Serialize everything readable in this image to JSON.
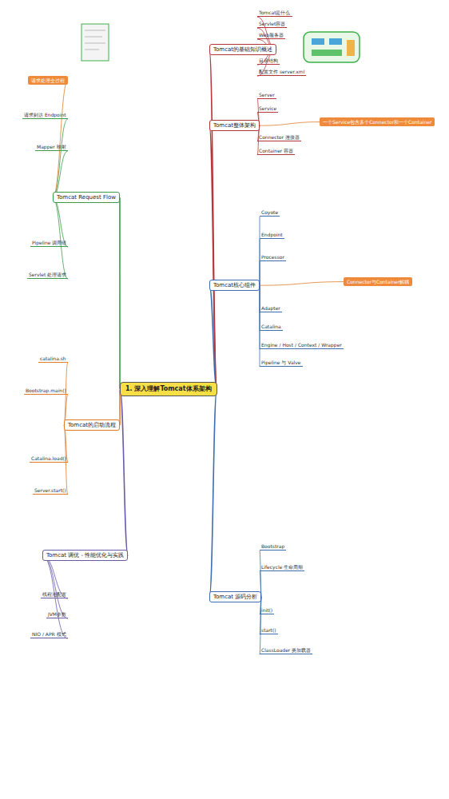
{
  "diagram": {
    "nodes": [
      {
        "text": [
          "1. 深入理解Tomcat体系架构"
        ]
      },
      {
        "text": [
          "Tomcat的基础知识概述"
        ]
      },
      {
        "text": [
          "Tomcat是什么"
        ]
      },
      {
        "text": [
          "Servlet容器"
        ]
      },
      {
        "text": [
          "Web服务器"
        ]
      },
      {
        "text": [
          "目录结构"
        ]
      },
      {
        "text": [
          "配置文件 server.xml"
        ]
      },
      {
        "text": [
          "Tomcat整体架构"
        ]
      },
      {
        "text": [
          "Server"
        ]
      },
      {
        "text": [
          "Service"
        ]
      },
      {
        "text": [
          "Connector 连接器"
        ]
      },
      {
        "text": [
          "Container 容器"
        ]
      },
      {
        "text": [
          "Tomcat核心组件"
        ]
      },
      {
        "text": [
          "Coyote"
        ]
      },
      {
        "text": [
          "Endpoint"
        ]
      },
      {
        "text": [
          "Processor"
        ]
      },
      {
        "text": [
          "Adapter"
        ]
      },
      {
        "text": [
          "Catalina"
        ]
      },
      {
        "text": [
          "Engine / Host / Context / Wrapper"
        ]
      },
      {
        "text": [
          "Pipeline 与 Valve"
        ]
      },
      {
        "text": [
          "Tomcat 源码分析"
        ]
      },
      {
        "text": [
          "Bootstrap"
        ]
      },
      {
        "text": [
          "Lifecycle 生命周期"
        ]
      },
      {
        "text": [
          "init()"
        ]
      },
      {
        "text": [
          "start()"
        ]
      },
      {
        "text": [
          "ClassLoader 类加载器"
        ]
      },
      {
        "text": [
          "Tomcat Request Flow"
        ]
      },
      {
        "text": [
          "请求到达 Endpoint"
        ]
      },
      {
        "text": [
          "Mapper 映射"
        ]
      },
      {
        "text": [
          "Pipeline 调用链"
        ]
      },
      {
        "text": [
          "Servlet 处理请求"
        ]
      },
      {
        "text": [
          "Tomcat的启动流程"
        ]
      },
      {
        "text": [
          "catalina.sh"
        ]
      },
      {
        "text": [
          "Bootstrap.main()"
        ]
      },
      {
        "text": [
          "Catalina.load()"
        ]
      },
      {
        "text": [
          "Server.start()"
        ]
      },
      {
        "text": [
          "Tomcat 调优 - 性能优化与实践"
        ]
      },
      {
        "text": [
          "线程池配置"
        ]
      },
      {
        "text": [
          "JVM参数"
        ]
      },
      {
        "text": [
          "NIO / APR 模式"
        ]
      },
      {
        "text": [
          "一个Service包含多个Connector和一个Container"
        ]
      },
      {
        "text": [
          "Connector与Container解耦"
        ]
      },
      {
        "text": [
          "请求处理全过程"
        ]
      }
    ],
    "edges": [
      {
        "from": 0,
        "to": 1,
        "arrow": "none"
      },
      {
        "from": 1,
        "to": 2,
        "arrow": "none"
      },
      {
        "from": 1,
        "to": 3,
        "arrow": "none"
      },
      {
        "from": 1,
        "to": 4,
        "arrow": "none"
      },
      {
        "from": 1,
        "to": 5,
        "arrow": "none"
      },
      {
        "from": 1,
        "to": 6,
        "arrow": "none"
      },
      {
        "from": 0,
        "to": 7,
        "arrow": "none"
      },
      {
        "from": 7,
        "to": 8,
        "arrow": "none"
      },
      {
        "from": 7,
        "to": 9,
        "arrow": "none"
      },
      {
        "from": 7,
        "to": 10,
        "arrow": "none"
      },
      {
        "from": 7,
        "to": 11,
        "arrow": "none"
      },
      {
        "from": 0,
        "to": 12,
        "arrow": "none"
      },
      {
        "from": 12,
        "to": 13,
        "arrow": "none"
      },
      {
        "from": 12,
        "to": 14,
        "arrow": "none"
      },
      {
        "from": 12,
        "to": 15,
        "arrow": "none"
      },
      {
        "from": 12,
        "to": 16,
        "arrow": "none"
      },
      {
        "from": 12,
        "to": 17,
        "arrow": "none"
      },
      {
        "from": 12,
        "to": 18,
        "arrow": "none"
      },
      {
        "from": 12,
        "to": 19,
        "arrow": "none"
      },
      {
        "from": 0,
        "to": 20,
        "arrow": "none"
      },
      {
        "from": 20,
        "to": 21,
        "arrow": "none"
      },
      {
        "from": 20,
        "to": 22,
        "arrow": "none"
      },
      {
        "from": 20,
        "to": 23,
        "arrow": "none"
      },
      {
        "from": 20,
        "to": 24,
        "arrow": "none"
      },
      {
        "from": 20,
        "to": 25,
        "arrow": "none"
      },
      {
        "from": 0,
        "to": 26,
        "arrow": "none"
      },
      {
        "from": 26,
        "to": 27,
        "arrow": "none"
      },
      {
        "from": 26,
        "to": 28,
        "arrow": "none"
      },
      {
        "from": 26,
        "to": 29,
        "arrow": "none"
      },
      {
        "from": 26,
        "to": 30,
        "arrow": "none"
      },
      {
        "from": 0,
        "to": 31,
        "arrow": "none"
      },
      {
        "from": 31,
        "to": 32,
        "arrow": "none"
      },
      {
        "from": 31,
        "to": 33,
        "arrow": "none"
      },
      {
        "from": 31,
        "to": 34,
        "arrow": "none"
      },
      {
        "from": 31,
        "to": 35,
        "arrow": "none"
      },
      {
        "from": 0,
        "to": 36,
        "arrow": "none"
      },
      {
        "from": 36,
        "to": 37,
        "arrow": "none"
      },
      {
        "from": 36,
        "to": 38,
        "arrow": "none"
      },
      {
        "from": 36,
        "to": 39,
        "arrow": "none"
      },
      {
        "from": 7,
        "to": 40,
        "arrow": "none"
      },
      {
        "from": 12,
        "to": 41,
        "arrow": "none"
      },
      {
        "from": 26,
        "to": 42,
        "arrow": "none"
      }
    ]
  }
}
